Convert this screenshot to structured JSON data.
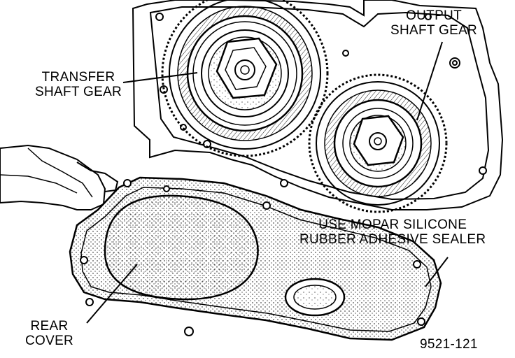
{
  "labels": {
    "transfer_shaft_gear": [
      "TRANSFER",
      "SHAFT GEAR"
    ],
    "output_shaft_gear": [
      "OUTPUT",
      "SHAFT GEAR"
    ],
    "sealer_note": [
      "USE MOPAR SILICONE",
      "RUBBER ADHESIVE SEALER"
    ],
    "rear_cover": [
      "REAR",
      "COVER"
    ],
    "figure_number": "9521-121"
  },
  "colors": {
    "ink": "#000000",
    "paper": "#ffffff"
  }
}
